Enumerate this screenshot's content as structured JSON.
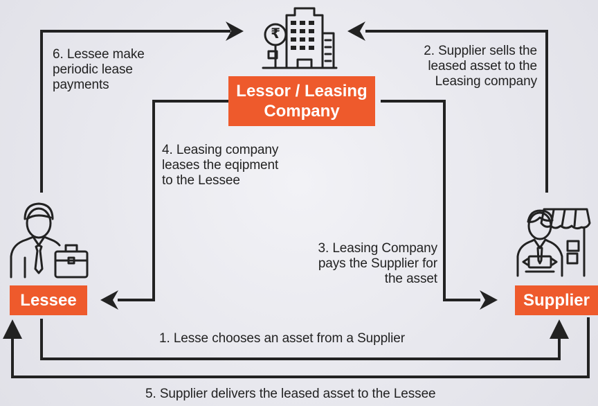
{
  "nodes": {
    "lessor": {
      "label": "Lessor / Leasing\nCompany"
    },
    "lessee": {
      "label": "Lessee"
    },
    "supplier": {
      "label": "Supplier"
    }
  },
  "steps": [
    {
      "id": "step-1",
      "text": "1. Lesse chooses an asset from a Supplier"
    },
    {
      "id": "step-2",
      "text": "2. Supplier sells the\nleased asset to the\nLeasing company"
    },
    {
      "id": "step-3",
      "text": "3. Leasing Company\npays the Supplier for\nthe asset"
    },
    {
      "id": "step-4",
      "text": "4. Leasing company\nleases the eqipment\nto the Lessee"
    },
    {
      "id": "step-5",
      "text": "5. Supplier delivers the leased asset to the Lessee"
    },
    {
      "id": "step-6",
      "text": "6. Lessee make\nperiodic lease\npayments"
    }
  ],
  "icons": {
    "lessor": "building-with-rupee-icon",
    "lessee": "businessman-with-briefcase-icon",
    "supplier": "shopkeeper-storefront-icon",
    "rupee_symbol": "₹"
  },
  "colors": {
    "accent": "#ee5a2c",
    "line": "#222222",
    "background": "#e9e9ee"
  }
}
